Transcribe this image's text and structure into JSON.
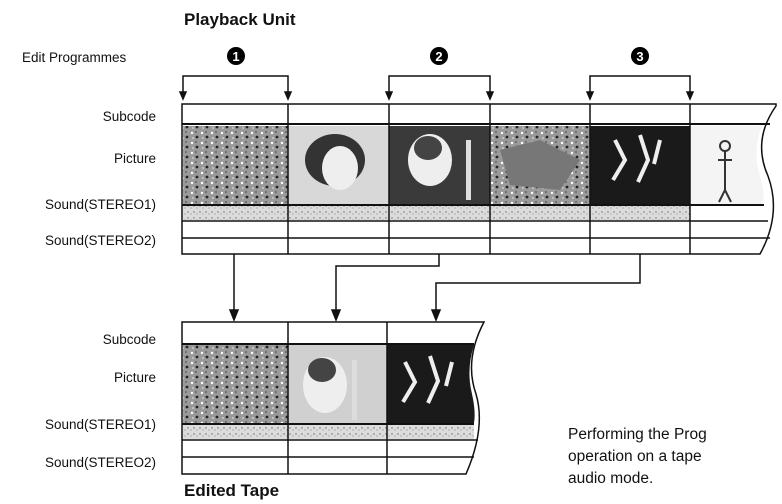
{
  "top_title": "Playback Unit",
  "bottom_title": "Edited Tape",
  "edit_programmes_label": "Edit Programmes",
  "programme_markers": [
    "1",
    "2",
    "3"
  ],
  "track_labels": {
    "subcode": "Subcode",
    "picture": "Picture",
    "sound1": "Sound(STEREO1)",
    "sound2": "Sound(STEREO2)"
  },
  "description_lines": [
    "Performing the Prog",
    "operation on a tape",
    "audio mode."
  ],
  "colors": {
    "ink": "#111111",
    "frame_dark": "#1a1a1a",
    "marker_fill": "#000000"
  }
}
